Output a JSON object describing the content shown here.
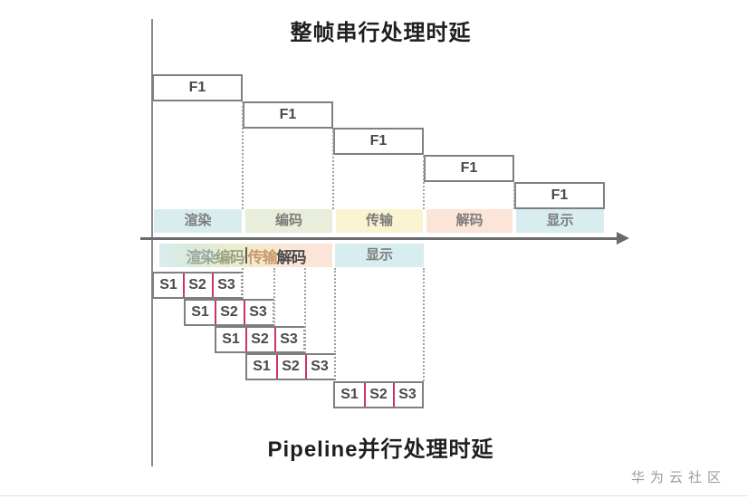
{
  "serial": {
    "title": "整帧串行处理时延",
    "frame_label": "F1",
    "stages": [
      {
        "label": "渲染",
        "color": "#d9edf0"
      },
      {
        "label": "编码",
        "color": "#e8eeda"
      },
      {
        "label": "传输",
        "color": "#faf3d2"
      },
      {
        "label": "解码",
        "color": "#fbe4d8"
      },
      {
        "label": "显示",
        "color": "#d8edf0"
      }
    ]
  },
  "pipeline": {
    "title": "Pipeline并行处理时延",
    "merged_stage_labels": [
      "渲染",
      "编码",
      "传输",
      "解码"
    ],
    "display_stage": {
      "label": "显示",
      "color": "#d8edf0"
    },
    "slice_labels": [
      "S1",
      "S2",
      "S3"
    ],
    "slice_divider_color": "#cf3366"
  },
  "watermark": "华为云社区",
  "colors": {
    "axis": "#6b6b6b",
    "box_border": "#7f7f7f",
    "box_text": "#4a4a4a",
    "stage_text": "#7c7c7c",
    "dotted_line": "#a0a0a0"
  }
}
